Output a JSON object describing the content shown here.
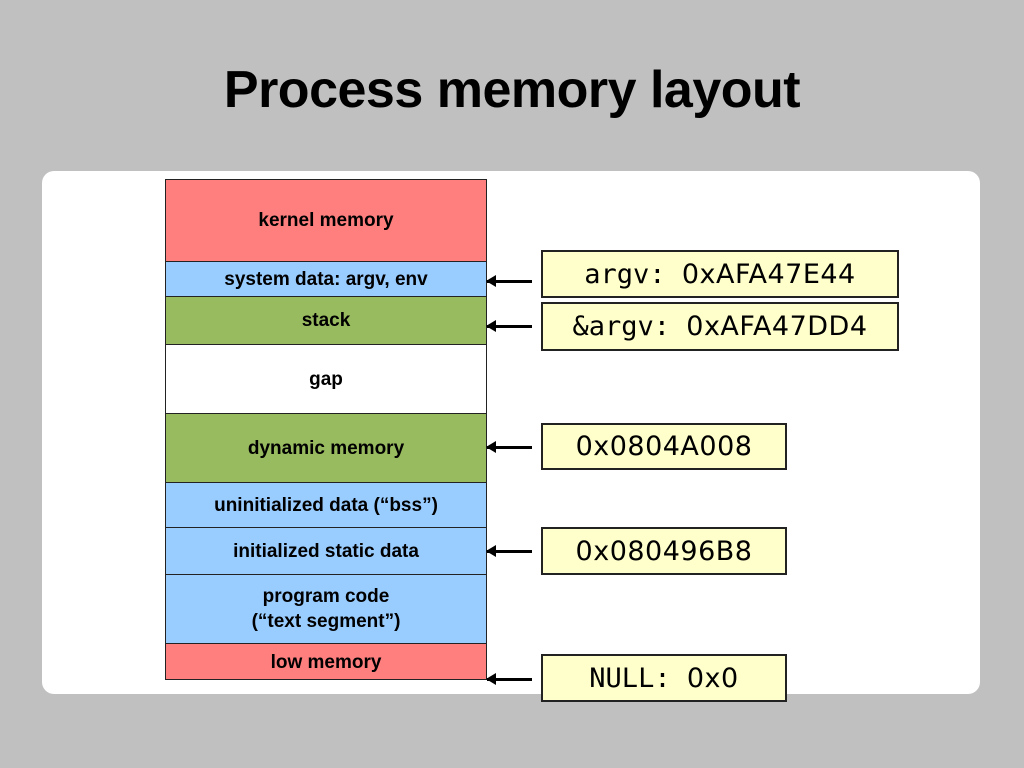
{
  "title": "Process memory layout",
  "colors": {
    "background": "#c0c0c0",
    "panel": "#ffffff",
    "kernel_low": "#ff7f7f",
    "data_code": "#99ccff",
    "stack_dynamic": "#99bb5f",
    "gap": "#ffffff",
    "address_box": "#ffffcc"
  },
  "segments": [
    {
      "label": "kernel memory",
      "color": "red"
    },
    {
      "label": "system data: argv, env",
      "color": "blue"
    },
    {
      "label": "stack",
      "color": "green"
    },
    {
      "label": "gap",
      "color": "white"
    },
    {
      "label": "dynamic memory",
      "color": "green"
    },
    {
      "label": "uninitialized data (“bss”)",
      "color": "blue"
    },
    {
      "label": "initialized static data",
      "color": "blue"
    },
    {
      "label": "program code\n(“text segment”)",
      "color": "blue"
    },
    {
      "label": "low memory",
      "color": "red"
    }
  ],
  "addresses": [
    {
      "points_to": "system data: argv, env",
      "label": "argv: ",
      "value": "0xAFA47E44"
    },
    {
      "points_to": "stack",
      "label": "&argv: ",
      "value": "0xAFA47DD4"
    },
    {
      "points_to": "dynamic memory",
      "label": "",
      "value": "0x0804A008"
    },
    {
      "points_to": "initialized static data",
      "label": "",
      "value": "0x080496B8"
    },
    {
      "points_to": "low memory (bottom)",
      "label": "NULL: ",
      "value": "0x0"
    }
  ]
}
